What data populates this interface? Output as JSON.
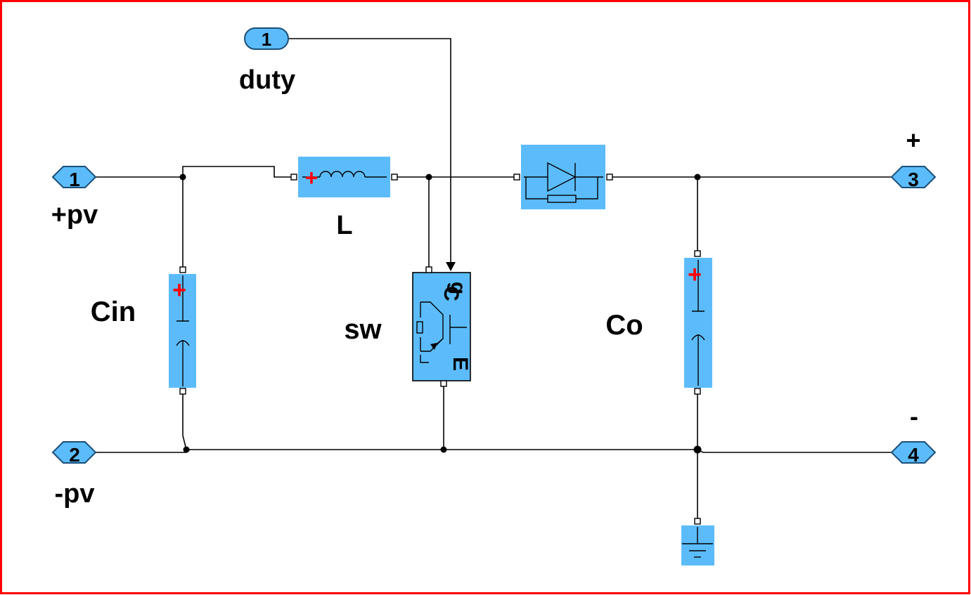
{
  "colors": {
    "block": "#5cbcfb",
    "border": "#ff0000",
    "plus_sign": "#ff0000",
    "wire": "#000000"
  },
  "inports": {
    "duty": {
      "number": "1",
      "label": "duty"
    },
    "pv_plus": {
      "number": "1",
      "label": "+pv"
    },
    "pv_minus": {
      "number": "2",
      "label": "-pv"
    }
  },
  "outports": {
    "out_plus": {
      "number": "3",
      "label": "+"
    },
    "out_minus": {
      "number": "4",
      "label": "-"
    }
  },
  "blocks": {
    "inductor": {
      "label": "L",
      "icon": "inductor-icon"
    },
    "input_cap": {
      "label": "Cin",
      "icon": "capacitor-icon"
    },
    "output_cap": {
      "label": "Co",
      "icon": "capacitor-icon"
    },
    "switch": {
      "label": "sw",
      "icon": "igbt-icon",
      "pin_c": "C",
      "pin_g": "g",
      "pin_e": "E"
    },
    "diode": {
      "label": "",
      "icon": "diode-icon"
    },
    "ground": {
      "label": "",
      "icon": "ground-icon"
    }
  },
  "plus_sign": "+"
}
